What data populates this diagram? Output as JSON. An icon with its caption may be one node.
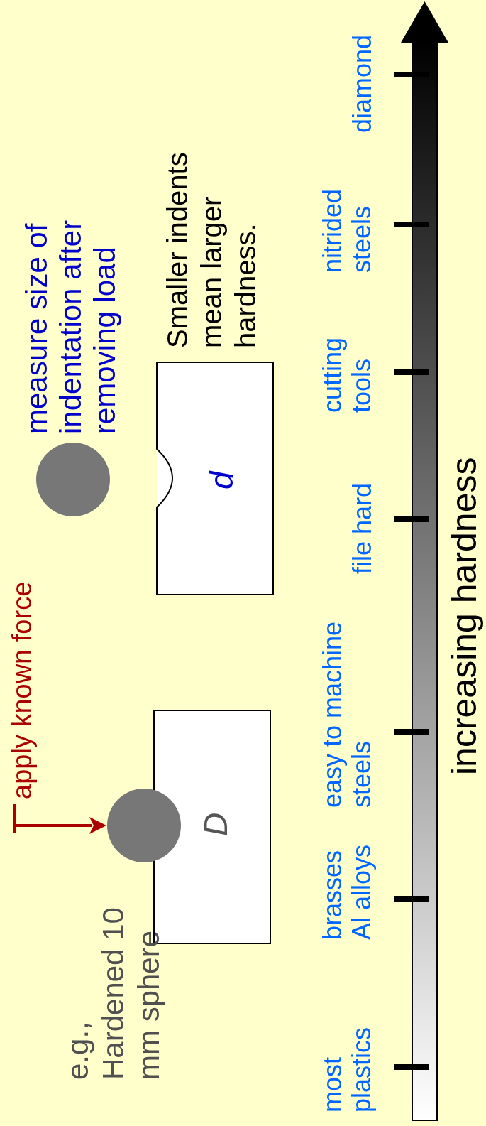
{
  "diagram": {
    "nodes": [
      {
        "text": [
          "D"
        ]
      },
      {
        "text": [
          "d"
        ]
      },
      {
        "text": [],
        "shape": "circle"
      },
      {
        "text": [],
        "shape": "circle"
      }
    ],
    "labels": [
      "apply known force",
      "e.g., Hardened 10 mm sphere",
      "measure size of indentation after removing load",
      "Smaller indents mean larger hardness.",
      "most plastics",
      "brasses Al alloys",
      "easy to machine steels",
      "file hard",
      "cutting tools",
      "nitrided steels",
      "diamond",
      "increasing hardness"
    ]
  }
}
